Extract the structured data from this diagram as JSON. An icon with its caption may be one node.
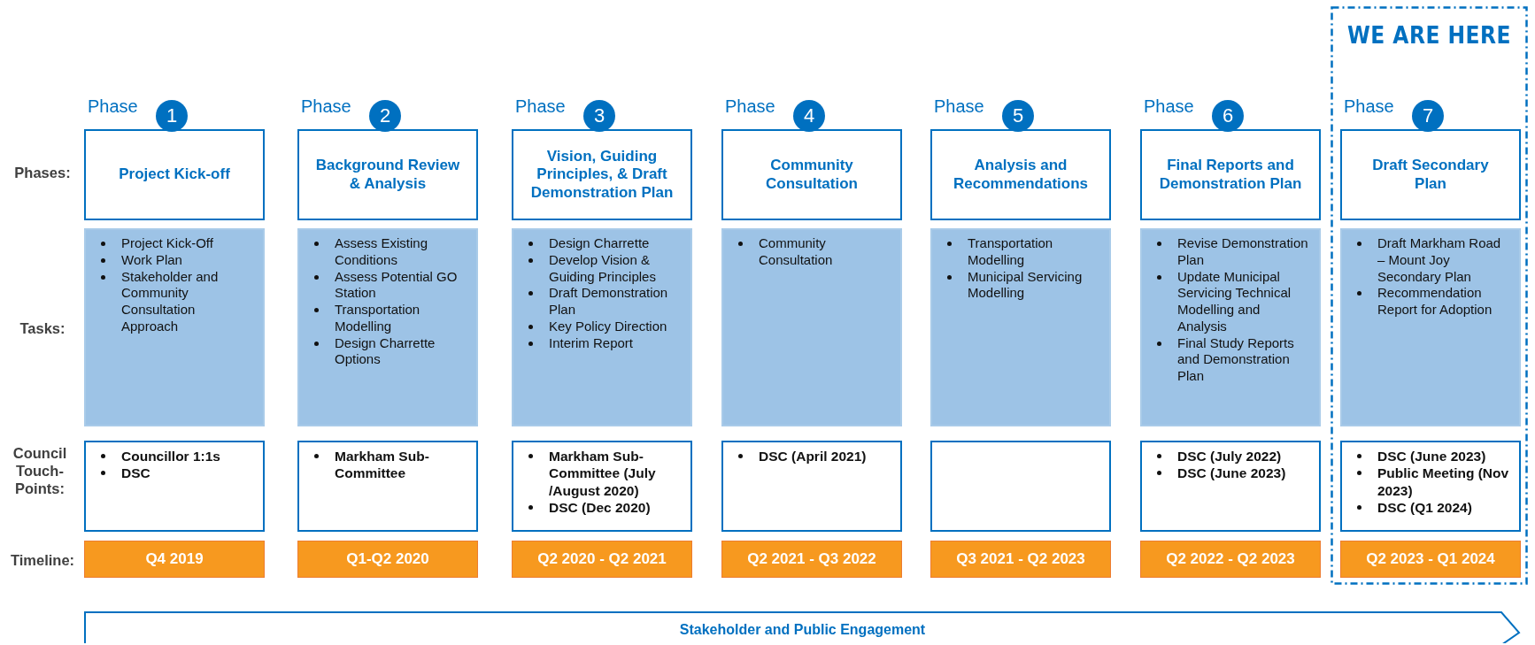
{
  "diagram": {
    "nodes": [
      {
        "text": [
          "WE ARE HERE"
        ]
      },
      {
        "text": [
          "Project Kick-off"
        ],
        "beside": [
          "Phase",
          "1"
        ]
      },
      {
        "text": [
          "Project Kick-Off",
          "Work Plan",
          "Stakeholder and Community Consultation Approach"
        ]
      },
      {
        "text": [
          "Councillor 1:1s",
          "DSC"
        ]
      },
      {
        "text": [
          "Q4 2019"
        ]
      },
      {
        "text": [
          "Background Review & Analysis"
        ],
        "beside": [
          "Phase",
          "2"
        ]
      },
      {
        "text": [
          "Assess Existing Conditions",
          "Assess Potential GO Station",
          "Transportation Modelling",
          "Design Charrette Options"
        ]
      },
      {
        "text": [
          "Markham Sub-Committee"
        ]
      },
      {
        "text": [
          "Q1-Q2 2020"
        ]
      },
      {
        "text": [
          "Vision, Guiding Principles, & Draft Demonstration Plan"
        ],
        "beside": [
          "Phase",
          "3"
        ]
      },
      {
        "text": [
          "Design Charrette",
          "Develop Vision & Guiding Principles",
          "Draft Demonstration Plan",
          "Key Policy Direction",
          "Interim Report"
        ]
      },
      {
        "text": [
          "Markham Sub-Committee (July /August 2020)",
          "DSC (Dec 2020)"
        ]
      },
      {
        "text": [
          "Q2 2020 - Q2 2021"
        ]
      },
      {
        "text": [
          "Community Consultation"
        ],
        "beside": [
          "Phase",
          "4"
        ]
      },
      {
        "text": [
          "Community Consultation"
        ]
      },
      {
        "text": [
          "DSC (April 2021)"
        ]
      },
      {
        "text": [
          "Q2 2021 - Q3 2022"
        ]
      },
      {
        "text": [
          "Analysis and Recommendations"
        ],
        "beside": [
          "Phase",
          "5"
        ]
      },
      {
        "text": [
          "Transportation Modelling",
          "Municipal Servicing Modelling"
        ]
      },
      {
        "text": [],
        "shape": "box"
      },
      {
        "text": [
          "Q3 2021 - Q2 2023"
        ]
      },
      {
        "text": [
          "Final Reports and Demonstration Plan"
        ],
        "beside": [
          "Phase",
          "6"
        ]
      },
      {
        "text": [
          "Revise Demonstration Plan",
          "Update Municipal Servicing Technical Modelling and Analysis",
          "Final Study Reports and Demonstration Plan"
        ]
      },
      {
        "text": [
          "DSC (July 2022)",
          "DSC (June 2023)"
        ]
      },
      {
        "text": [
          "Q2 2022 - Q2 2023"
        ]
      },
      {
        "text": [
          "Draft Secondary Plan"
        ],
        "beside": [
          "Phase",
          "7"
        ],
        "in": 0
      },
      {
        "text": [
          "Draft Markham Road – Mount Joy Secondary Plan",
          "Recommendation Report for Adoption"
        ],
        "in": 0
      },
      {
        "text": [
          "DSC (June 2023)",
          "Public Meeting (Nov 2023)",
          "DSC (Q1 2024)"
        ],
        "in": 0
      },
      {
        "text": [
          "Q2 2023 - Q1 2024"
        ],
        "in": 0
      },
      {
        "text": [
          "Stakeholder and Public Engagement"
        ]
      }
    ],
    "labels": [
      "Phases:",
      "Tasks:",
      "Council Touch-Points:",
      "Timeline:"
    ]
  }
}
